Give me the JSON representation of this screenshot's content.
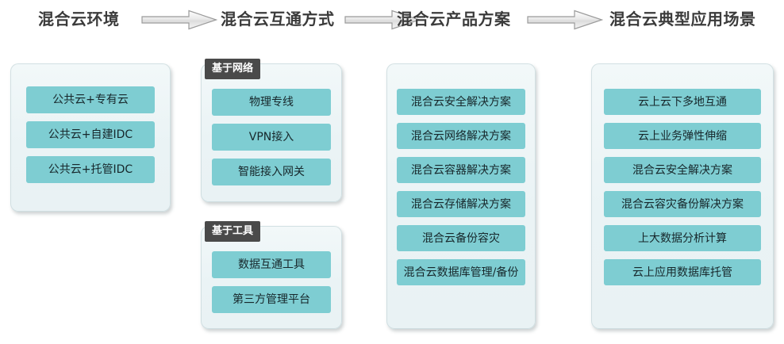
{
  "header": {
    "stages": [
      {
        "label": "混合云环境"
      },
      {
        "label": "混合云互通方式"
      },
      {
        "label": "混合云产品方案"
      },
      {
        "label": "混合云典型应用场景"
      }
    ],
    "arrow_icon": "arrow-right-icon"
  },
  "colors": {
    "item_fill": "#7ecdd2",
    "panel_fill": "#eaf3f5",
    "badge_fill": "#4a4a4a",
    "title_text": "#3b3b3b",
    "item_text": "#17272b"
  },
  "columns": {
    "environment": {
      "panel_name": "hybrid-cloud-environment-panel",
      "items": [
        "公共云+专有云",
        "公共云+自建IDC",
        "公共云+托管IDC"
      ]
    },
    "interconnect": {
      "groups": [
        {
          "badge": "基于网络",
          "items": [
            "物理专线",
            "VPN接入",
            "智能接入网关"
          ]
        },
        {
          "badge": "基于工具",
          "items": [
            "数据互通工具",
            "第三方管理平台"
          ]
        }
      ]
    },
    "products": {
      "panel_name": "hybrid-cloud-product-solutions-panel",
      "items": [
        "混合云安全解决方案",
        "混合云网络解决方案",
        "混合云容器解决方案",
        "混合云存储解决方案",
        "混合云备份容灾",
        "混合云数据库管理/备份"
      ]
    },
    "scenarios": {
      "panel_name": "hybrid-cloud-scenarios-panel",
      "items": [
        "云上云下多地互通",
        "云上业务弹性伸缩",
        "混合云安全解决方案",
        "混合云容灾备份解决方案",
        "上大数据分析计算",
        "云上应用数据库托管"
      ]
    }
  }
}
